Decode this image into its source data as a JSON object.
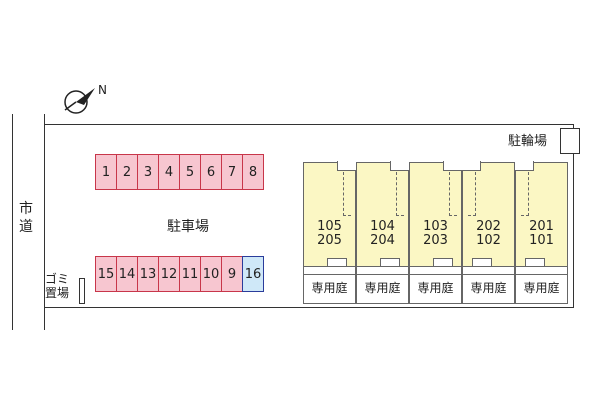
{
  "compass": {
    "label": "N"
  },
  "road": {
    "label_1": "市",
    "label_2": "道"
  },
  "bike_parking": {
    "label": "駐輪場"
  },
  "parking": {
    "label": "駐車場",
    "top_row": [
      "1",
      "2",
      "3",
      "4",
      "5",
      "6",
      "7",
      "8"
    ],
    "bottom_row": [
      "15",
      "14",
      "13",
      "12",
      "11",
      "10",
      "9",
      "16"
    ]
  },
  "garbage": {
    "label_1": "ゴミ",
    "label_2": "置場"
  },
  "units": [
    {
      "upper": "105",
      "lower": "205"
    },
    {
      "upper": "104",
      "lower": "204"
    },
    {
      "upper": "103",
      "lower": "203"
    },
    {
      "upper": "202",
      "lower": "102"
    },
    {
      "upper": "201",
      "lower": "101"
    }
  ],
  "garden_label": "専用庭"
}
